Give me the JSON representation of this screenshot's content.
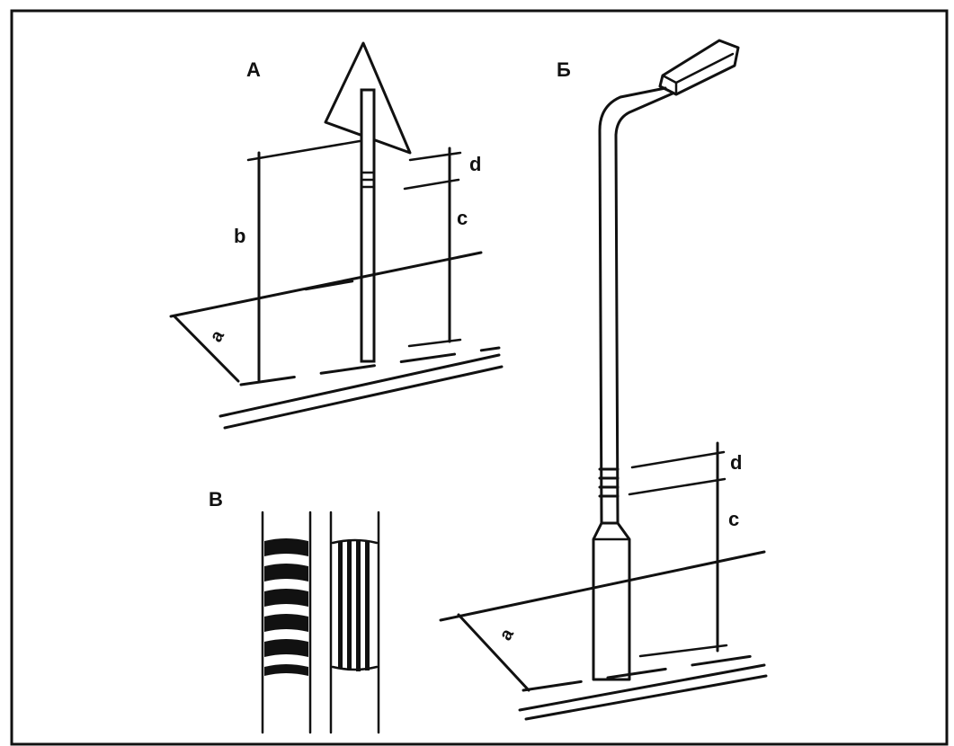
{
  "panel_labels": {
    "a": "А",
    "b": "Б",
    "c": "В"
  },
  "diagram_a": {
    "dim_a": "a",
    "dim_b": "b",
    "dim_c": "c",
    "dim_d": "d"
  },
  "diagram_b": {
    "dim_a": "a",
    "dim_c": "c",
    "dim_d": "d"
  },
  "colors": {
    "ink": "#111111",
    "background": "#ffffff"
  }
}
